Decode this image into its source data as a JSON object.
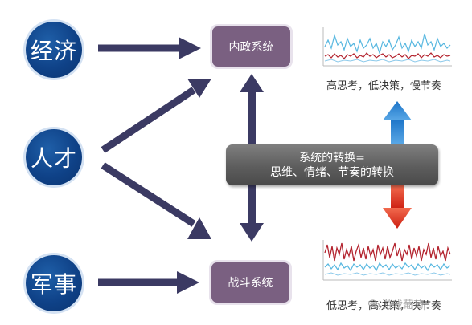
{
  "nodes": {
    "economy": "经济",
    "talent": "人才",
    "military": "军事"
  },
  "systems": {
    "domestic": "内政系统",
    "combat": "战斗系统"
  },
  "banner": {
    "line1": "系统的转换=",
    "line2": "思维、情绪、节奏的转换"
  },
  "captions": {
    "top": "高思考，低决策，慢节奏",
    "bottom": "低思考，高决策，快节奏"
  },
  "watermark": "游戏葡萄",
  "colors": {
    "node_blue": "#0f4288",
    "system_purple": "#7a6081",
    "arrow_navy": "#3b3a63",
    "up_arrow_blue": "#2e86d6",
    "down_arrow_red": "#d9281c"
  },
  "icons": [
    "wechat-icon"
  ]
}
